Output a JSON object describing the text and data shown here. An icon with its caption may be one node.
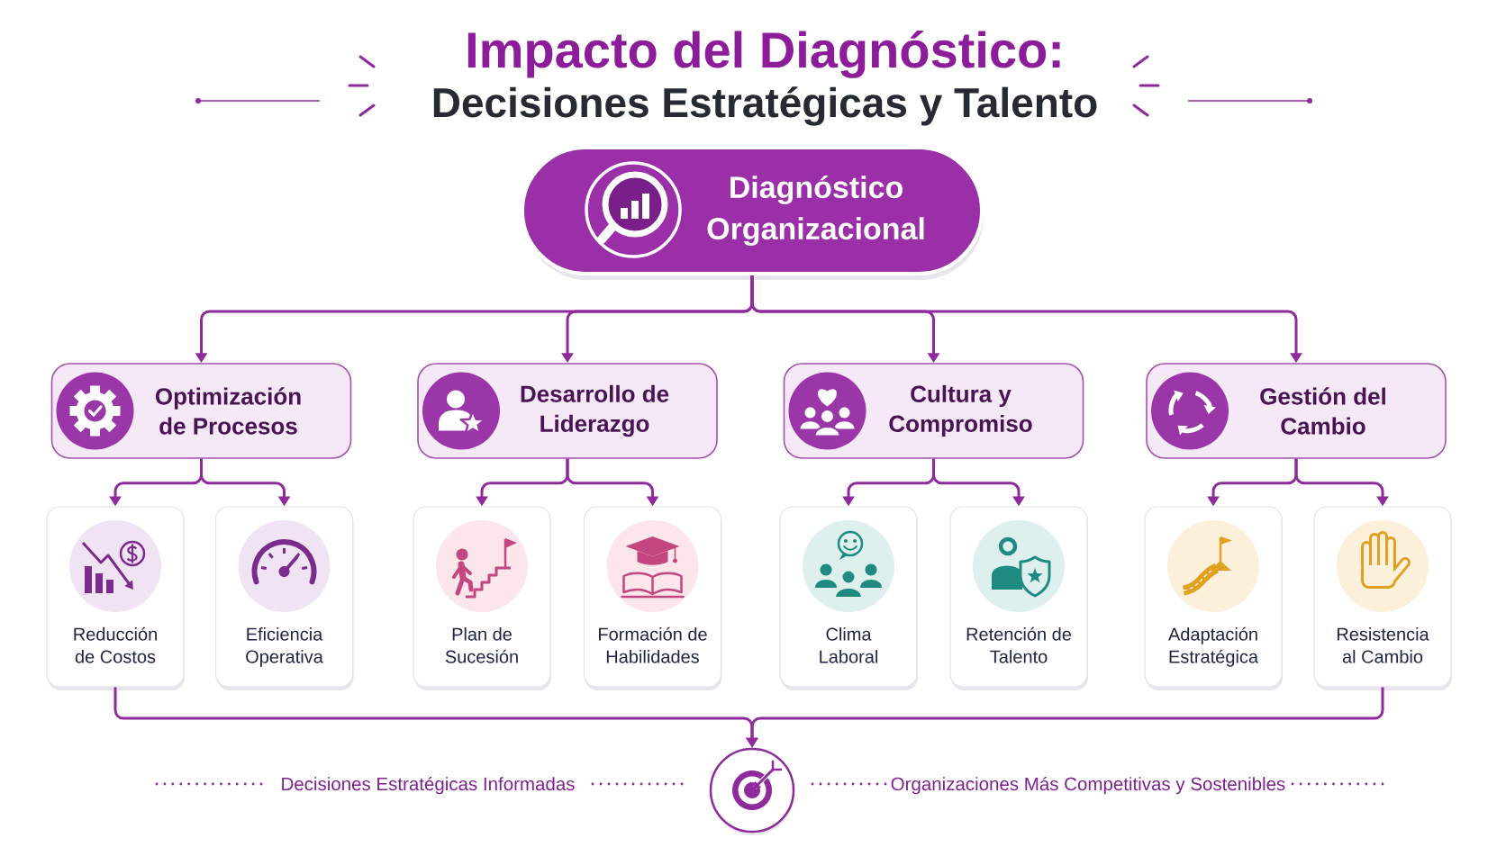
{
  "diagram": {
    "title": "Impacto del Diagnóstico:",
    "nodes": [
      {
        "text": [
          "Diagnóstico Organizacional"
        ]
      },
      {
        "text": [
          "Optimización de Procesos"
        ]
      },
      {
        "text": [
          "Desarrollo de Liderazgo"
        ]
      },
      {
        "text": [
          "Cultura y Compromiso"
        ]
      },
      {
        "text": [
          "Gestión del Cambio"
        ]
      },
      {
        "text": [
          "Reducción de Costos"
        ]
      },
      {
        "text": [
          "Eficiencia Operativa"
        ]
      },
      {
        "text": [
          "Plan de Sucesión"
        ]
      },
      {
        "text": [
          "Formación de Habilidades"
        ]
      },
      {
        "text": [
          "Clima Laboral"
        ]
      },
      {
        "text": [
          "Retención de Talento"
        ]
      },
      {
        "text": [
          "Adaptación Estratégica"
        ]
      },
      {
        "text": [
          "Resistencia al Cambio"
        ]
      },
      {
        "text": [],
        "shape": "circle"
      }
    ],
    "edges": [
      {
        "from": 0,
        "to": 1,
        "arrow": "to"
      },
      {
        "from": 0,
        "to": 2,
        "arrow": "to"
      },
      {
        "from": 0,
        "to": 3,
        "arrow": "to"
      },
      {
        "from": 0,
        "to": 4,
        "arrow": "to"
      },
      {
        "from": 1,
        "to": 5,
        "arrow": "to"
      },
      {
        "from": 1,
        "to": 6,
        "arrow": "to"
      },
      {
        "from": 2,
        "to": 7,
        "arrow": "to"
      },
      {
        "from": 2,
        "to": 8,
        "arrow": "to"
      },
      {
        "from": 3,
        "to": 9,
        "arrow": "to"
      },
      {
        "from": 3,
        "to": 10,
        "arrow": "to"
      },
      {
        "from": 4,
        "to": 11,
        "arrow": "to"
      },
      {
        "from": 4,
        "to": 12,
        "arrow": "to"
      },
      {
        "from": 5,
        "to": 13,
        "arrow": "to"
      },
      {
        "from": 12,
        "to": 13,
        "arrow": "to"
      }
    ],
    "labels": [
      "Decisiones Estratégicas y Talento",
      "Decisiones Estratégicas Informadas",
      "Organizaciones Más Competitivas y Sostenibles"
    ]
  }
}
